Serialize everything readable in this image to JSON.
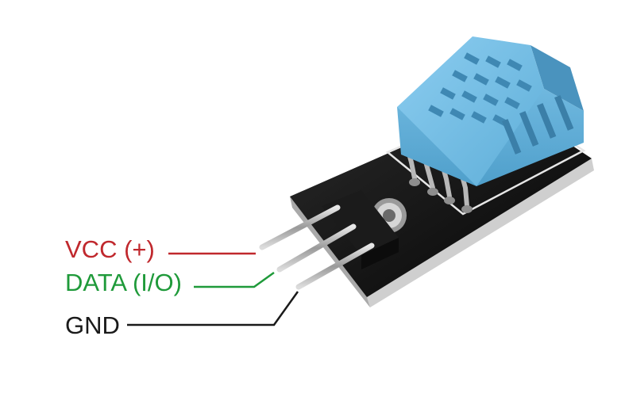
{
  "pins": [
    {
      "key": "vcc",
      "label": "VCC (+)",
      "color": "#c0282d"
    },
    {
      "key": "data",
      "label": "DATA (I/O)",
      "color": "#1f9a3a"
    },
    {
      "key": "gnd",
      "label": "GND",
      "color": "#1a1a1a"
    }
  ],
  "colors": {
    "sensor_housing": "#7ec3e6",
    "pcb": "#141414",
    "pcb_edge": "#c9c9c9",
    "pins_metal": "#bdbdbd"
  }
}
